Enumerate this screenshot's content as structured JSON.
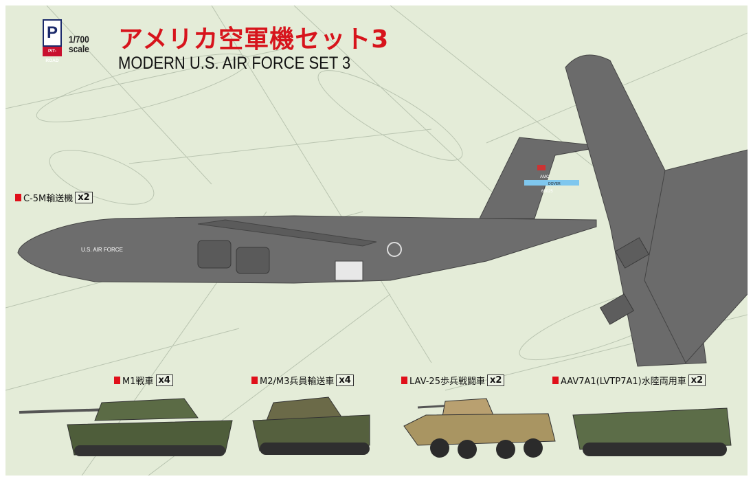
{
  "header": {
    "brand": "PIT-ROAD",
    "logo_letters": "PIT",
    "scale": "1/700",
    "scale_word": "scale",
    "title_ja": "アメリカ空軍機セット3",
    "title_en": "MODERN U.S. AIR FORCE SET 3"
  },
  "aircraft": {
    "name": "C-5M輸送機",
    "qty": "x2",
    "fuselage_text": "U.S. AIR FORCE",
    "tail_text": "AMC",
    "tail_band": "DOVER",
    "serial": "60025"
  },
  "vehicles": [
    {
      "name": "M1戦車",
      "qty": "x4"
    },
    {
      "name": "M2/M3兵員輸送車",
      "qty": "x4"
    },
    {
      "name": "LAV-25歩兵戦闘車",
      "qty": "x2"
    },
    {
      "name": "AAV7A1(LVTP7A1)水陸両用車",
      "qty": "x2"
    }
  ],
  "colors": {
    "background": "#e4ecd8",
    "title_red": "#d7141c",
    "aircraft_gray": "#6b6b6b",
    "logo_blue": "#1b2a6b"
  }
}
